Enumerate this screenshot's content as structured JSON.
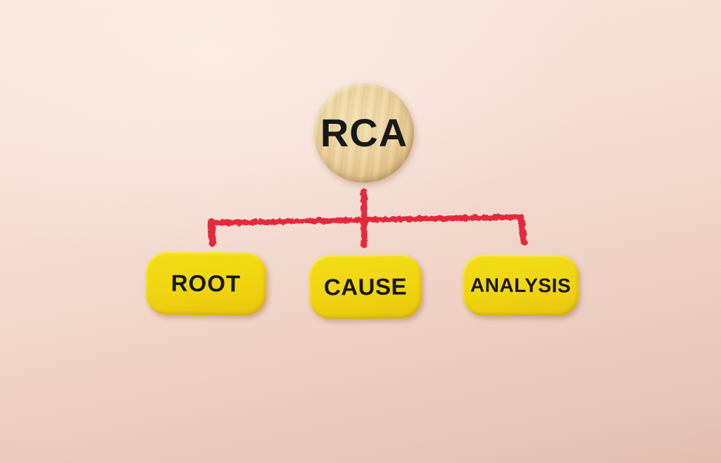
{
  "diagram": {
    "root": {
      "label": "RCA"
    },
    "children": [
      {
        "label": "ROOT"
      },
      {
        "label": "CAUSE"
      },
      {
        "label": "ANALYSIS"
      }
    ],
    "colors": {
      "background_top": "#fbe9e0",
      "background_bottom": "#e3c2b4",
      "connector_red": "#e42239",
      "node_yellow": "#f0d510",
      "wood_tan": "#ecd3a0",
      "text_black": "#191919"
    }
  }
}
